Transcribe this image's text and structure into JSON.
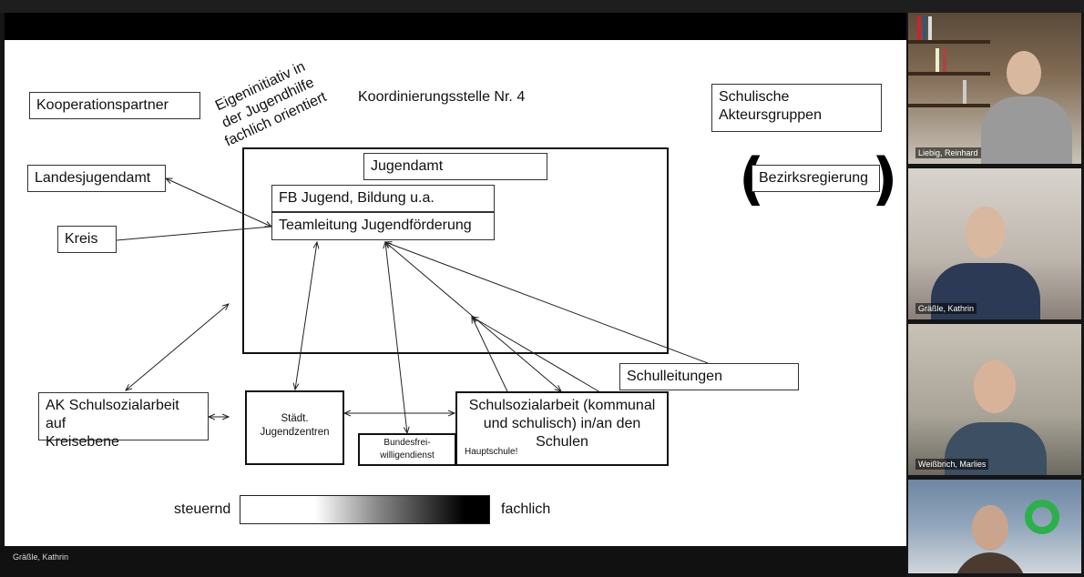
{
  "slide": {
    "title": "Koordinierungsstelle Nr. 4",
    "kooperationspartner": "Kooperationspartner",
    "schulische_akteure": [
      "Schulische",
      "Akteursgruppen"
    ],
    "eigeninitiativ": [
      "Eigeninitiativ in",
      "der Jugendhilfe",
      "fachlich orientiert"
    ],
    "landesjugendamt": "Landesjugendamt",
    "kreis": "Kreis",
    "jugendamt": "Jugendamt",
    "fb_jugend": "FB Jugend, Bildung u.a.",
    "teamleitung": "Teamleitung Jugendförderung",
    "bezirksregierung": "Bezirksregierung",
    "paren_open": "(",
    "paren_close": ")",
    "schulleitungen": "Schulleitungen",
    "ak_schulsozialarbeit": [
      "AK Schulsozialarbeit auf",
      "Kreisebene"
    ],
    "jugendzentren": [
      "Städt.",
      "Jugendzentren"
    ],
    "bundesfreiwilligendienst": [
      "Bundesfrei-",
      "willigendienst"
    ],
    "schulsozialarbeit": [
      "Schulsozialarbeit (kommunal",
      "und schulisch) in/an den",
      "Schulen"
    ],
    "hauptschule": "Hauptschule!",
    "scale_left": "steuernd",
    "scale_right": "fachlich"
  },
  "meeting": {
    "presenter_name": "Gräßle, Kathrin",
    "participants": [
      {
        "name": "Liebig, Reinhard"
      },
      {
        "name": "Gräßle, Kathrin"
      },
      {
        "name": "Weißbrich, Marlies"
      },
      {
        "name": ""
      }
    ]
  }
}
